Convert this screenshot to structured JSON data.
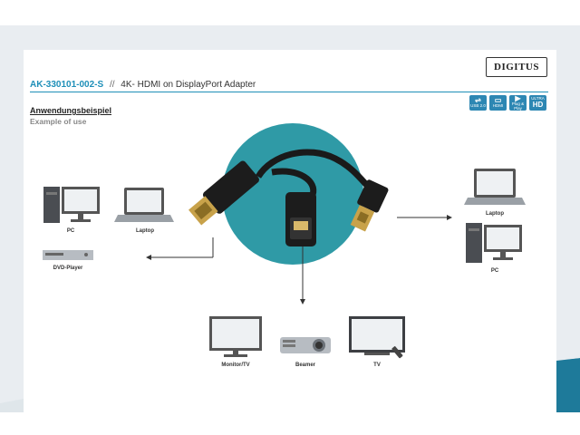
{
  "brand": {
    "logo_text": "DIGITUS"
  },
  "header": {
    "sku": "AK-330101-002-S",
    "separator": "//",
    "product_title": "4K- HDMI on DisplayPort Adapter"
  },
  "badges": [
    {
      "icon": "usb-icon",
      "glyph": "⇌",
      "label": "USB 2.0"
    },
    {
      "icon": "hdmi-icon",
      "glyph": "▭",
      "label": "HDMI"
    },
    {
      "icon": "plug-and-play-icon",
      "glyph": "▶",
      "label": "Plug & Play"
    },
    {
      "icon": "ultra-hd-icon",
      "glyph": "HD",
      "label": "ULTRA"
    }
  ],
  "section": {
    "title": "Anwendungsbeispiel",
    "subtitle": "Example of use"
  },
  "devices": {
    "pc_left": "PC",
    "laptop_left": "Laptop",
    "dvd_player": "DVD-Player",
    "laptop_right": "Laptop",
    "pc_right": "PC",
    "monitor_tv": "Monitor/TV",
    "beamer": "Beamer",
    "tv": "TV"
  },
  "colors": {
    "accent": "#1e8fb8",
    "teal_circle": "#2f9aa6",
    "background_band": "#e7ebef"
  }
}
